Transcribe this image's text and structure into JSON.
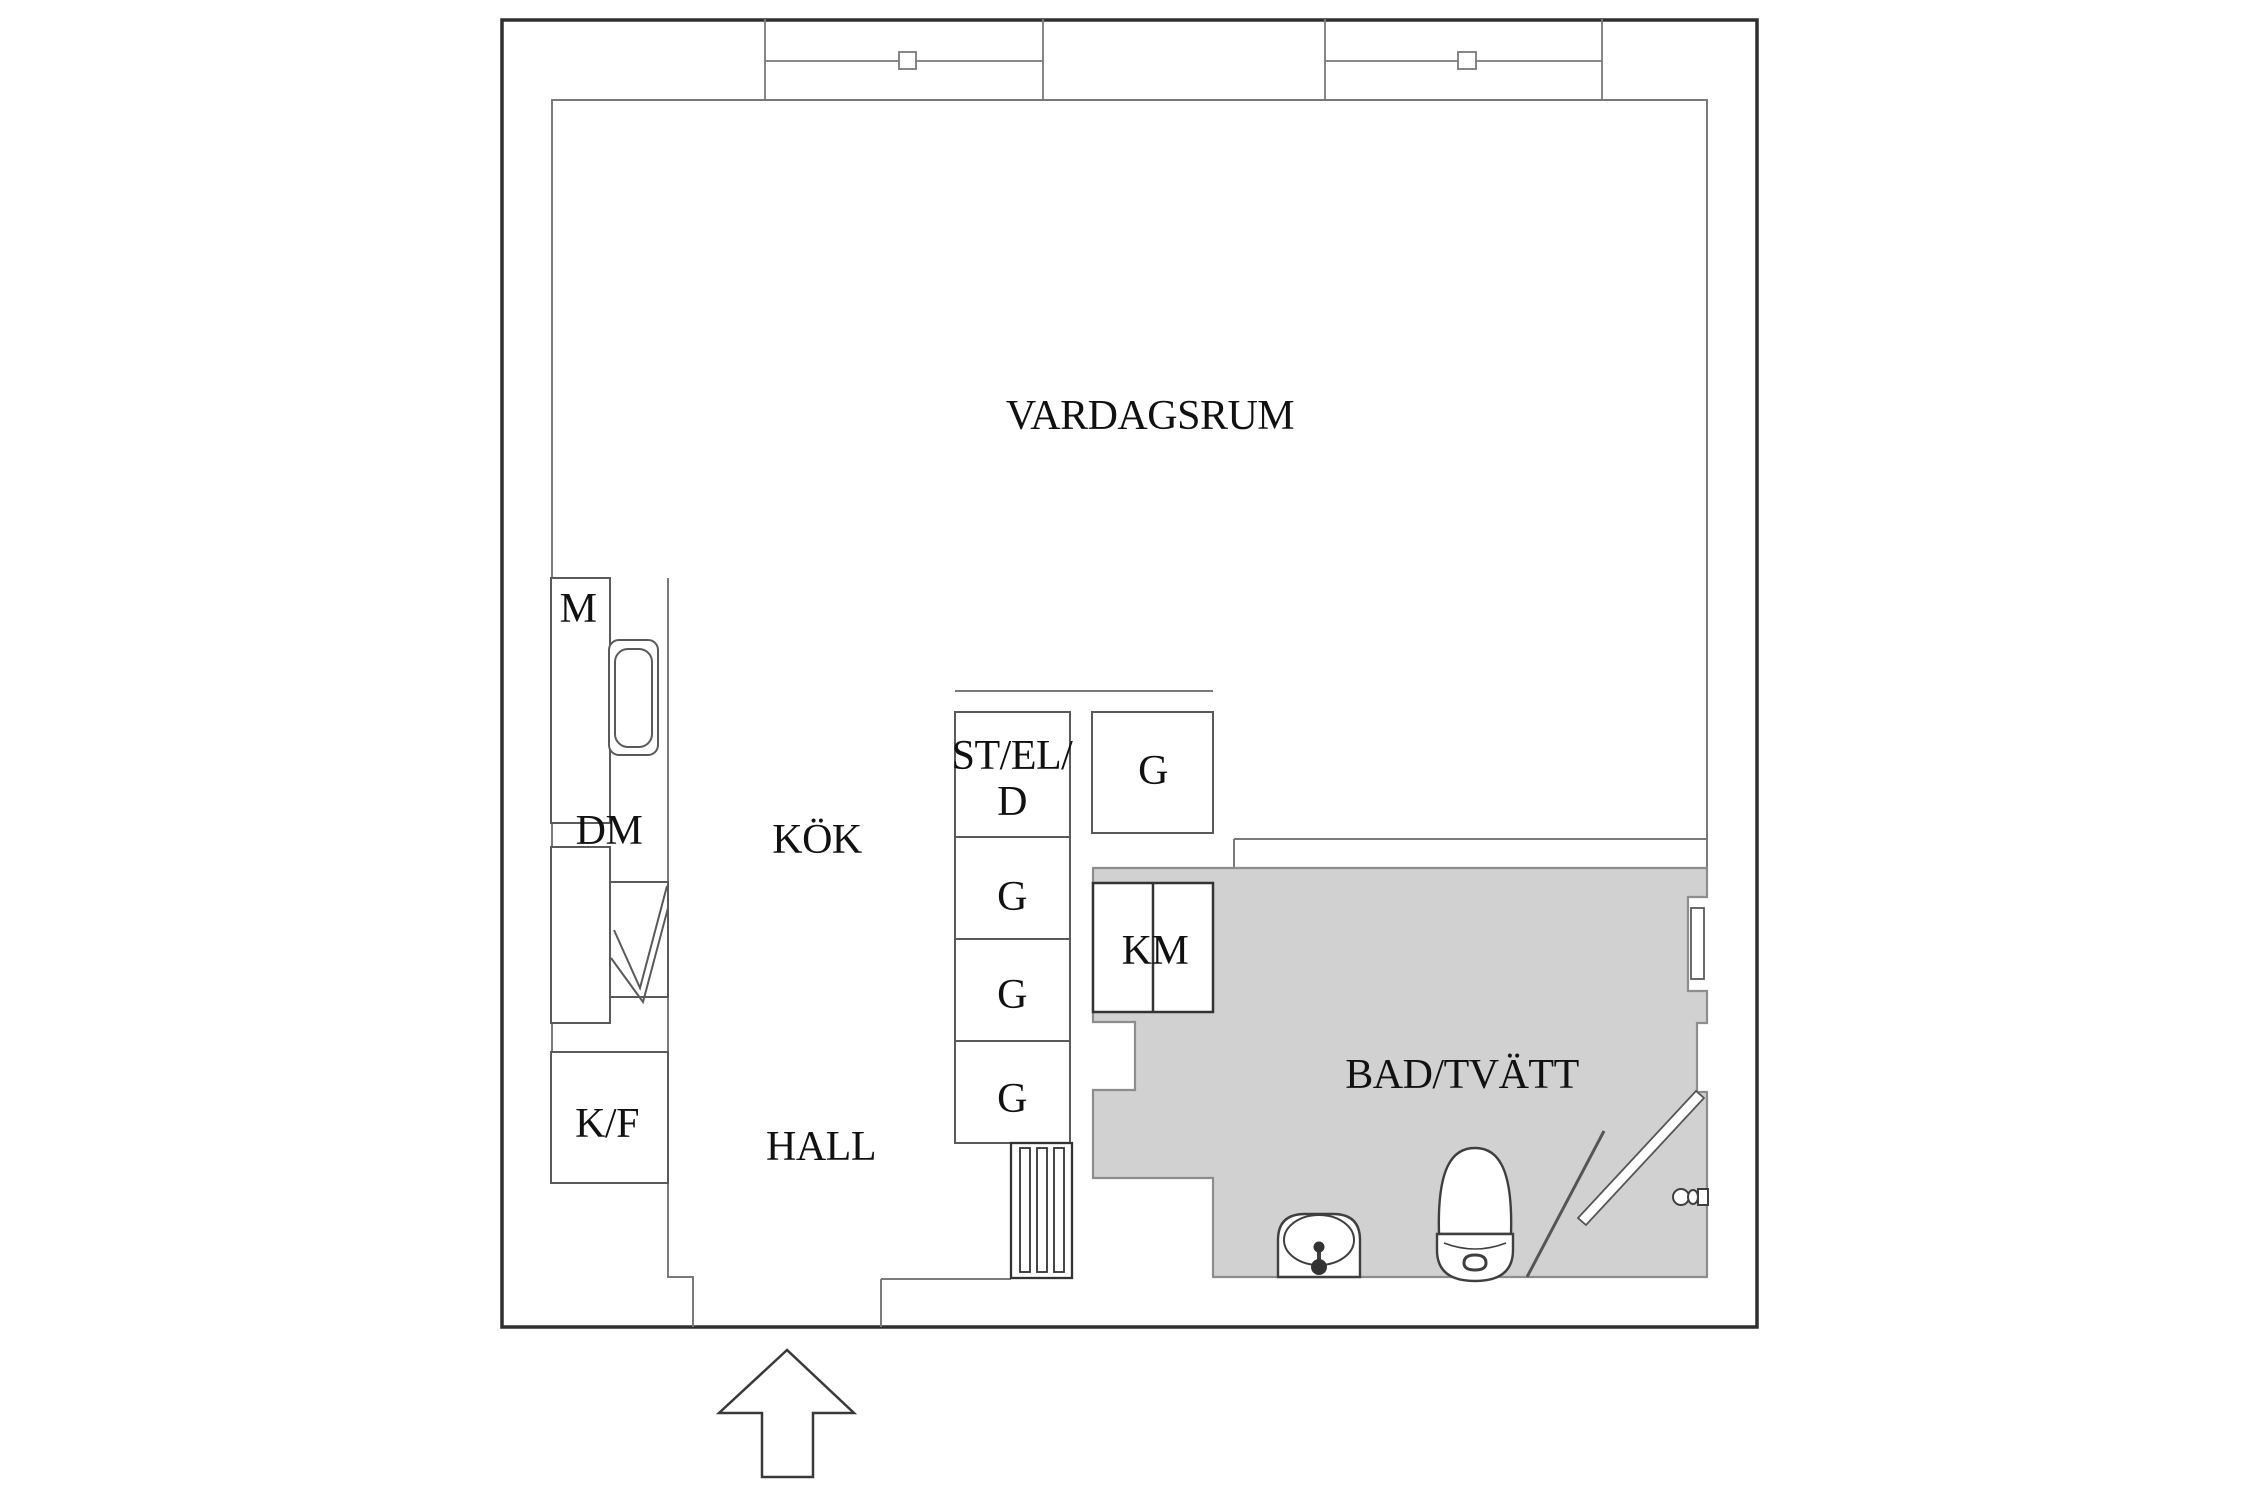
{
  "plan": {
    "rooms": {
      "living_room": "VARDAGSRUM",
      "kitchen": "KÖK",
      "hall": "HALL",
      "bathroom": "BAD/TVÄTT"
    },
    "fixtures": {
      "microwave": "M",
      "dishwasher": "DM",
      "fridge_freezer": "K/F",
      "washing_machine": "KM",
      "closet_line1": "ST/EL/",
      "closet_line2": "D",
      "wardrobes": [
        "G",
        "G",
        "G",
        "G"
      ]
    },
    "icons": {
      "window": "window-icon",
      "entrance": "entrance-arrow-icon",
      "toilet": "toilet-icon",
      "washbasin": "washbasin-icon",
      "kitchen_sink": "sink-icon",
      "dishwasher_mark": "dishwasher-check-icon",
      "radiator": "radiator-icon",
      "mirror": "mirror-cabinet-icon",
      "mixer": "wall-mixer-icon",
      "shower": "shower-door-icon"
    },
    "colors": {
      "wall": "#2e2e2e",
      "interior_line": "#7a7a7a",
      "fixture_line": "#5a5a5a",
      "appliance_line": "#333333",
      "bathroom_fill": "#d1d1d1",
      "bathroom_outline": "#8d8d8d",
      "text": "#111111",
      "background": "#ffffff"
    }
  }
}
